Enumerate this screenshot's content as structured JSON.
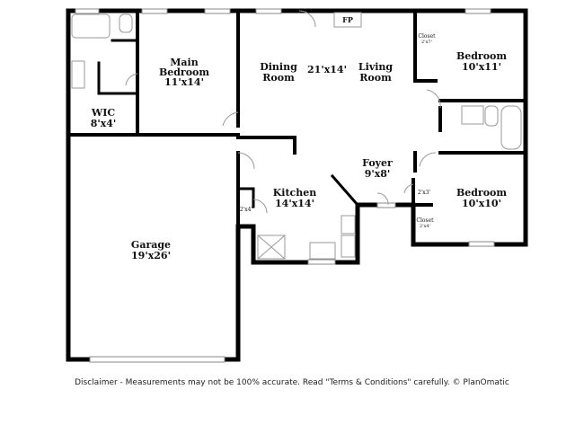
{
  "rooms": {
    "main_bedroom": {
      "name": "Main Bedroom",
      "line1": "Main",
      "line2": "Bedroom",
      "size": "11'x14'"
    },
    "wic": {
      "name": "WIC",
      "size": "8'x4'"
    },
    "dining": {
      "line1": "Dining",
      "line2": "Room"
    },
    "living": {
      "line1": "Living",
      "line2": "Room",
      "size": "21'x14'"
    },
    "fp": "FP",
    "bedroom_top": {
      "name": "Bedroom",
      "size": "10'x11'"
    },
    "bedroom_bottom": {
      "name": "Bedroom",
      "size": "10'x10'"
    },
    "closet_top": {
      "name": "Closet",
      "size": "2'x7'"
    },
    "closet_bottom": {
      "name": "Closet",
      "size": "2'x4'"
    },
    "foyer": {
      "name": "Foyer",
      "size": "9'x8'"
    },
    "foyer_closet": {
      "size": "2'x3'"
    },
    "kitchen": {
      "name": "Kitchen",
      "size": "14'x14'"
    },
    "pantry": {
      "size": "2'x4'"
    },
    "garage": {
      "name": "Garage",
      "size": "19'x26'"
    }
  },
  "disclaimer": "Disclaimer - Measurements may not be 100% accurate. Read \"Terms & Conditions\" carefully. © PlanOmatic"
}
